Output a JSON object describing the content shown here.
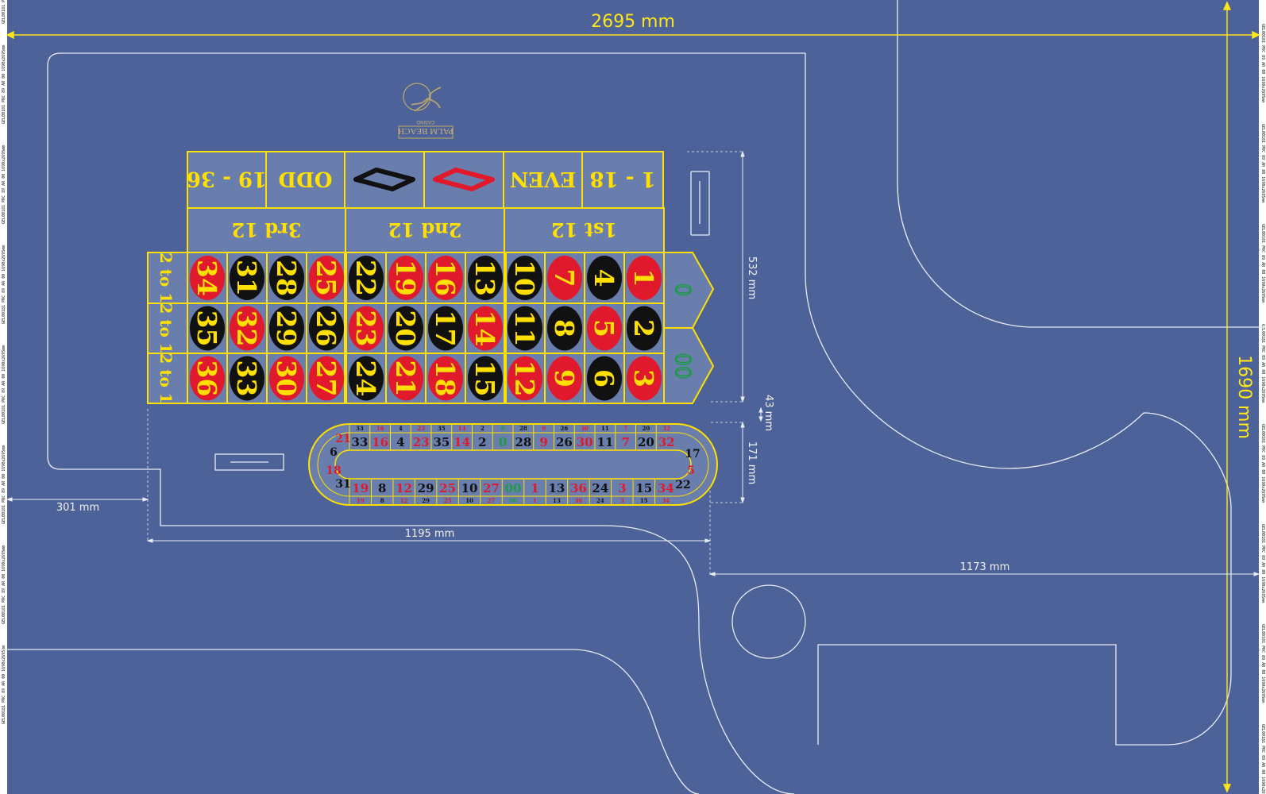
{
  "dimensions": {
    "width": "2695 mm",
    "height": "1690 mm",
    "left_margin": "301 mm",
    "layout_width": "1195 mm",
    "grid_depth": "532 mm",
    "gap": "43 mm",
    "racetrack_depth": "171 mm",
    "right_section": "1173 mm"
  },
  "logo": {
    "name": "PALM BEACH",
    "sub": "CASINO"
  },
  "outside_bets": {
    "bottom_row": [
      "19 - 36",
      "ODD",
      "black-diamond",
      "red-diamond",
      "EVEN",
      "1 - 18"
    ],
    "dozens": [
      "3rd 12",
      "2nd 12",
      "1st 12"
    ]
  },
  "columns_label": "2 to 1",
  "grid": [
    [
      34,
      31,
      28,
      25,
      22,
      19,
      16,
      13,
      10,
      7,
      4,
      1
    ],
    [
      35,
      32,
      29,
      26,
      23,
      20,
      17,
      14,
      11,
      8,
      5,
      2
    ],
    [
      36,
      33,
      30,
      27,
      24,
      21,
      18,
      15,
      12,
      9,
      6,
      3
    ]
  ],
  "red_numbers": [
    1,
    3,
    5,
    7,
    9,
    12,
    14,
    16,
    18,
    19,
    21,
    23,
    25,
    27,
    30,
    32,
    34,
    36
  ],
  "zeros": [
    "0",
    "00"
  ],
  "racetrack": {
    "top": [
      "33",
      "16",
      "4",
      "23",
      "35",
      "14",
      "2",
      "0",
      "28",
      "9",
      "26",
      "30",
      "11",
      "7",
      "20",
      "32"
    ],
    "bottom": [
      "19",
      "8",
      "12",
      "29",
      "25",
      "10",
      "27",
      "00",
      "1",
      "13",
      "36",
      "24",
      "3",
      "15",
      "34"
    ],
    "left": [
      "21",
      "6",
      "18",
      "31"
    ],
    "right": [
      "17",
      "5",
      "22"
    ]
  },
  "edge_code": "GEL00181 PRC 89 AR 00 1690x2695mm",
  "colors": {
    "felt": "#4c6298",
    "layout_fill": "#6a7eae",
    "gold": "#ffe000",
    "red": "#e01a2c",
    "black": "#111111",
    "green": "#1f9a46",
    "line": "#e9ecf4"
  }
}
